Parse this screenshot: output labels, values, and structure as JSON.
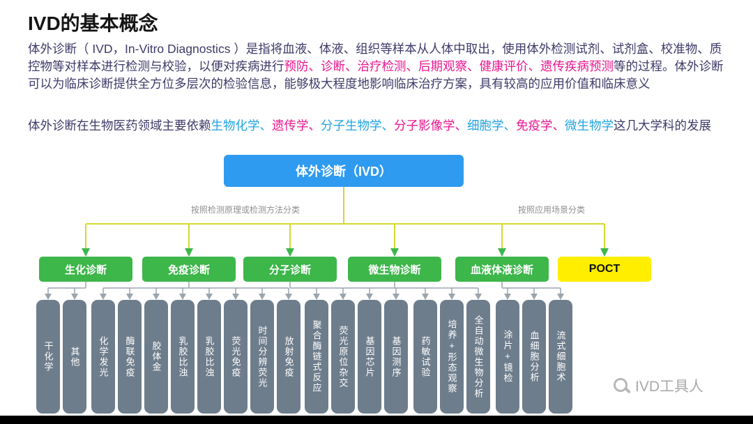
{
  "page": {
    "title": "IVD的基本概念",
    "watermark": "IVD工具人"
  },
  "paragraph1": {
    "segments": [
      {
        "text": "体外诊断（ IVD，In-Vitro Diagnostics ）是指将血液、体液、组织等样本从人体中取出，使用体外检测试剂、试剂盒、校准物、质控物等对样本进行检测与校验，以便对疾病进行",
        "style": "body"
      },
      {
        "text": "预防、诊断、治疗检测、后期观察、健康评价、遗传疾病预测",
        "style": "pink"
      },
      {
        "text": "等的过程。体外诊断可以为临床诊断提供全方位多层次的检验信息，能够极大程度地影响临床治疗方案，具有较高的应用价值和临床意义",
        "style": "body"
      }
    ]
  },
  "paragraph2": {
    "segments": [
      {
        "text": "体外诊断在生物医药领域主要依赖",
        "style": "body"
      },
      {
        "text": "生物化学、",
        "style": "cyan"
      },
      {
        "text": "遗传学、",
        "style": "pink"
      },
      {
        "text": "分子生物学、",
        "style": "cyan"
      },
      {
        "text": "分子影像学、",
        "style": "pink"
      },
      {
        "text": "细胞学、",
        "style": "cyan"
      },
      {
        "text": "免疫学、",
        "style": "pink"
      },
      {
        "text": "微生物学",
        "style": "cyan"
      },
      {
        "text": "这几大学科的发展",
        "style": "body"
      }
    ]
  },
  "diagram": {
    "root": {
      "label": "体外诊断（IVD）"
    },
    "branch_labels": {
      "left": "按照检测原理或检测方法分类",
      "right": "按照应用场景分类"
    },
    "categories": [
      {
        "label": "生化诊断",
        "type": "green",
        "children": [
          "干化学",
          "其他"
        ]
      },
      {
        "label": "免疫诊断",
        "type": "green",
        "children": [
          "化学发光",
          "酶联免疫",
          "胶体金",
          "乳胶比浊",
          "乳胶比浊",
          "荧光免疫",
          "时间分辨荧光",
          "放射免疫"
        ]
      },
      {
        "label": "分子诊断",
        "type": "green",
        "children": [
          "聚合酶链式反应",
          "荧光原位杂交",
          "基因芯片",
          "基因测序"
        ]
      },
      {
        "label": "微生物诊断",
        "type": "green",
        "children": [
          "药敏试验",
          "培养+形态观察",
          "全自动微生物分析"
        ]
      },
      {
        "label": "血液体液诊断",
        "type": "green",
        "children": [
          "涂片+镜检",
          "血细胞分析",
          "流式细胞术"
        ]
      },
      {
        "label": "POCT",
        "type": "yellow",
        "children": []
      }
    ],
    "colors": {
      "root_blue": "#2f9bf0",
      "category_green": "#3db64a",
      "poct_yellow": "#ffee00",
      "leaf_gray": "#6e7d8c",
      "connector_yellow": "#d2d92e",
      "connector_gray": "#9aa5ad",
      "highlight_pink": "#e9168f",
      "highlight_cyan": "#21a3e0",
      "body_text": "#3d3a68"
    }
  }
}
